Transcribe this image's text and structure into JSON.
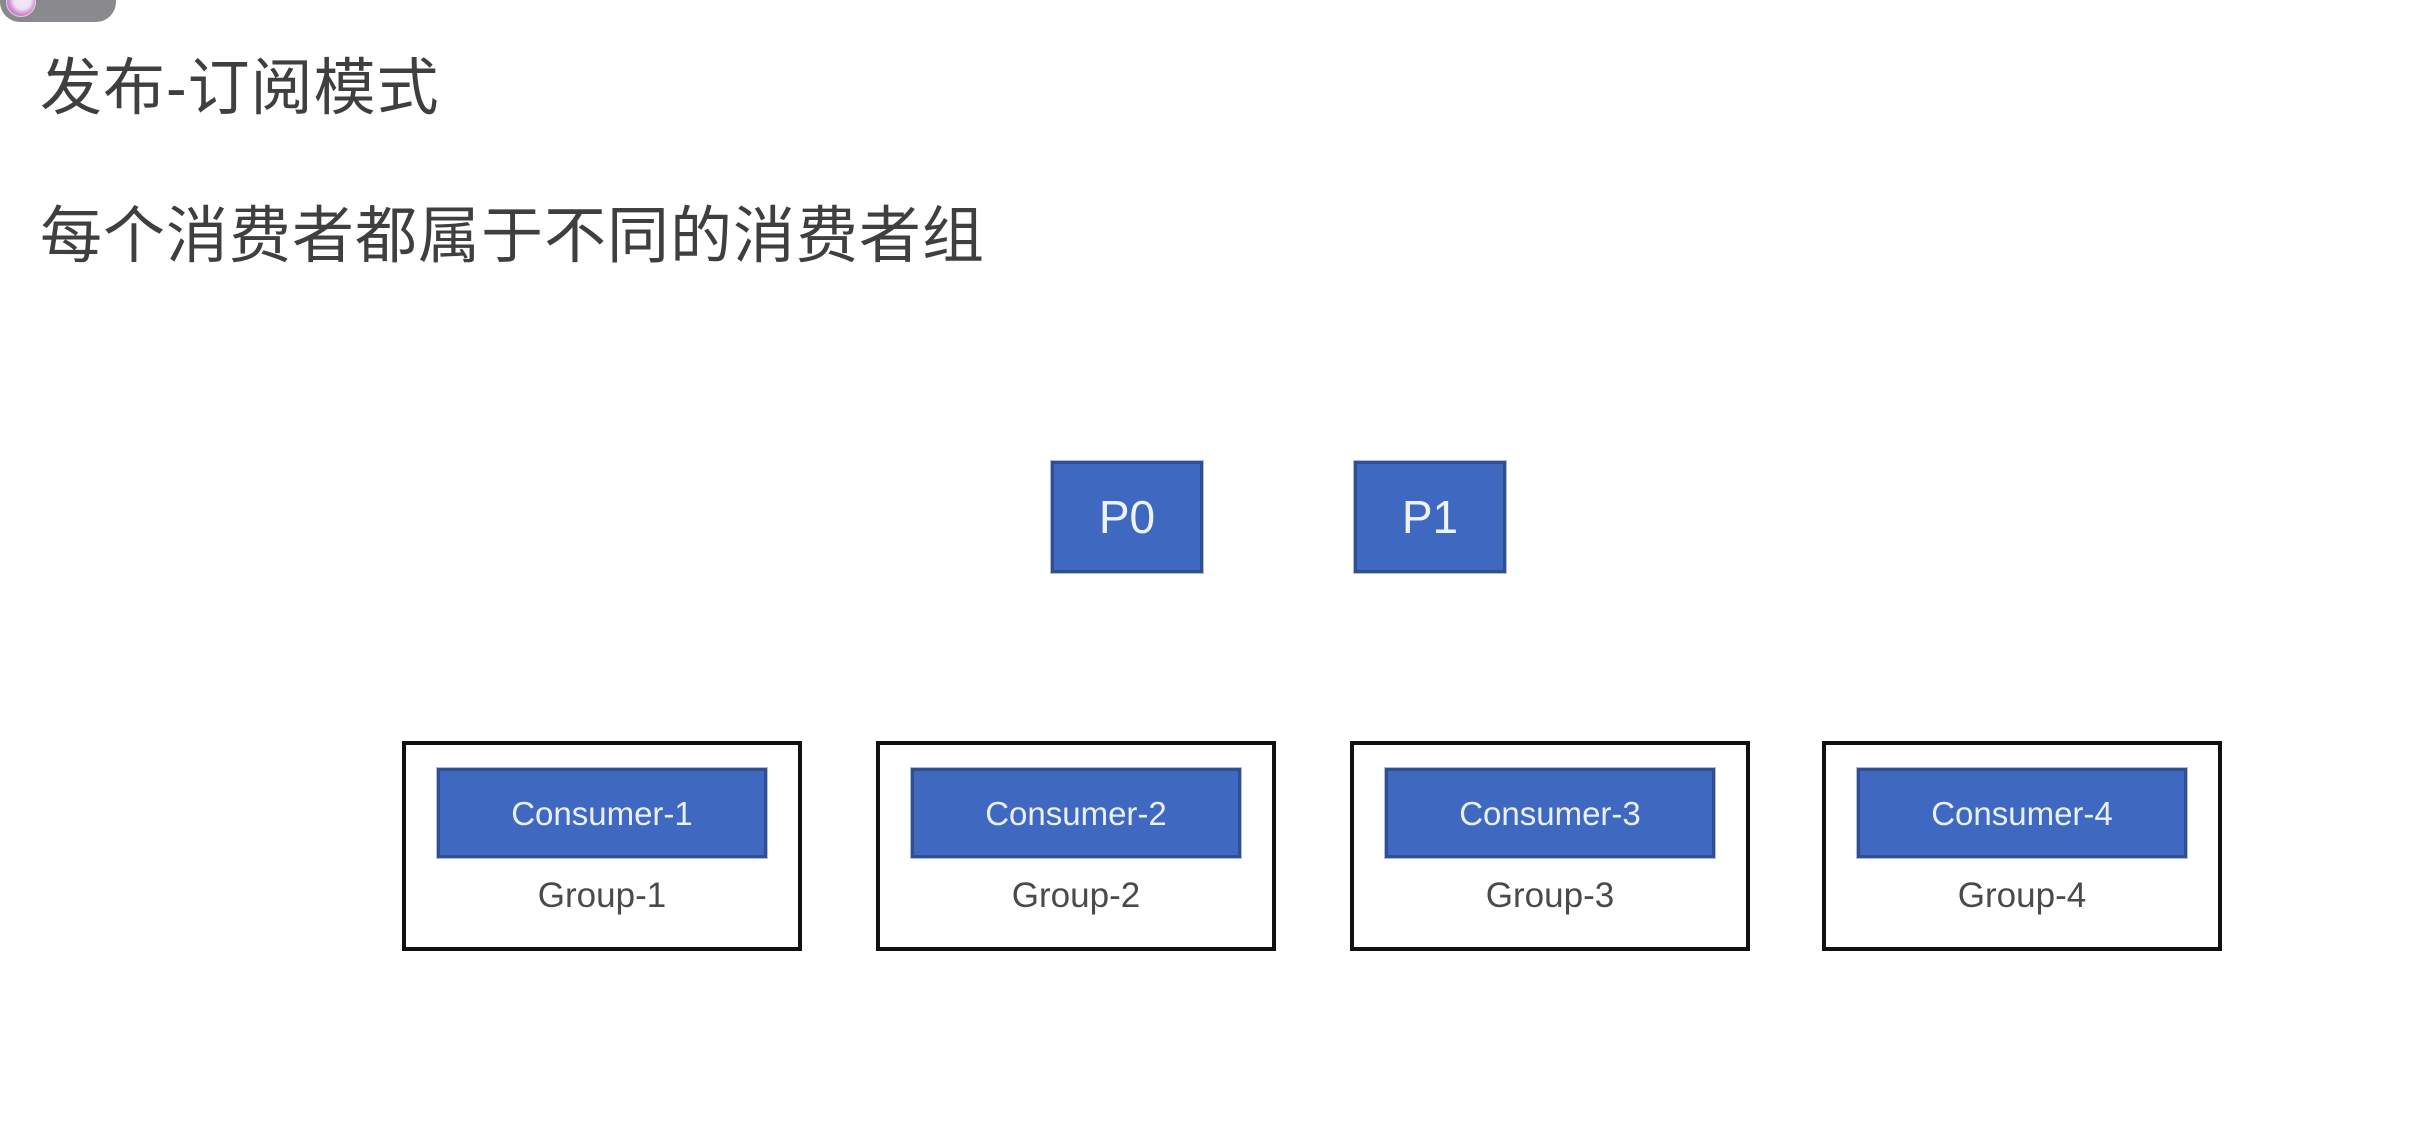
{
  "slide": {
    "background_color": "#ffffff",
    "title": "发布-订阅模式",
    "subtitle": "每个消费者都属于不同的消费者组"
  },
  "user_pill": {
    "label": "",
    "background_color": "#8a8a8e"
  },
  "diagram": {
    "accent_blue": "#3F68C0",
    "accent_blue_border": "#2F4F91",
    "group_border_color": "#111111",
    "partitions": [
      {
        "label": "P0"
      },
      {
        "label": "P1"
      }
    ],
    "groups": [
      {
        "consumer": "Consumer-1",
        "group": "Group-1"
      },
      {
        "consumer": "Consumer-2",
        "group": "Group-2"
      },
      {
        "consumer": "Consumer-3",
        "group": "Group-3"
      },
      {
        "consumer": "Consumer-4",
        "group": "Group-4"
      }
    ]
  }
}
